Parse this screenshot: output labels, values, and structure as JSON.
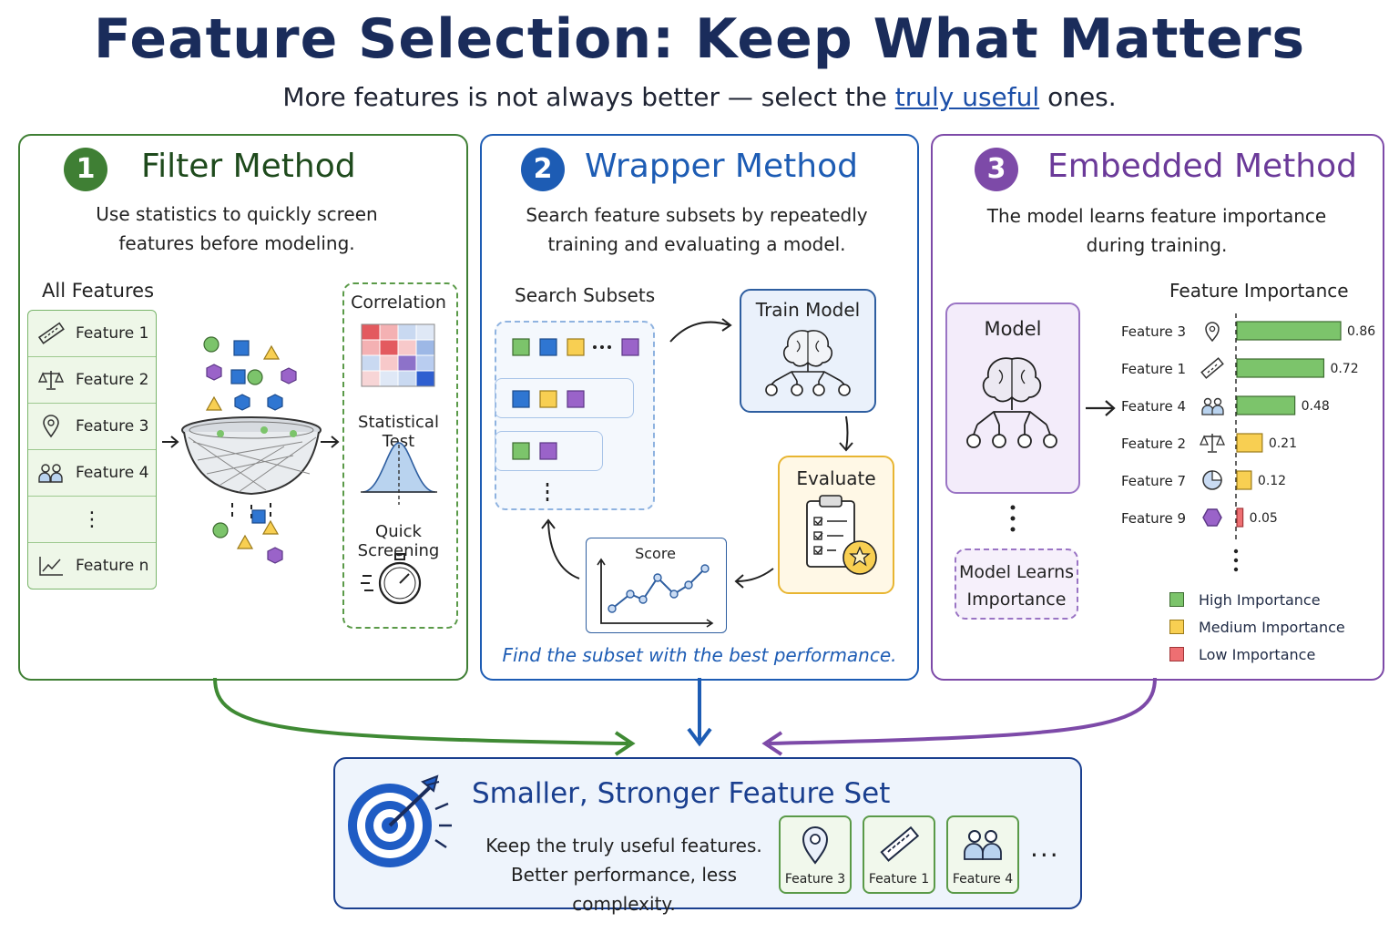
{
  "title": "Feature Selection: Keep What Matters",
  "subtitle": {
    "before": "More features is not always better — select the ",
    "highlight": "truly useful",
    "after": " ones."
  },
  "filter": {
    "number": "1",
    "title": "Filter Method",
    "desc_line1": "Use statistics to quickly screen",
    "desc_line2": "features before modeling.",
    "list_label": "All Features",
    "features": [
      "Feature 1",
      "Feature 2",
      "Feature 3",
      "Feature 4",
      "⋮",
      "Feature n"
    ],
    "checks": [
      "Correlation",
      "Statistical Test",
      "Quick Screening"
    ],
    "color": "#3f7f34"
  },
  "wrapper": {
    "number": "2",
    "title": "Wrapper Method",
    "desc_line1": "Search feature subsets by repeatedly",
    "desc_line2": "training and evaluating a model.",
    "search_label": "Search Subsets",
    "train_label": "Train Model",
    "evaluate_label": "Evaluate",
    "score_label": "Score",
    "footer": "Find the subset with the best performance.",
    "color": "#1d5cb4"
  },
  "embedded": {
    "number": "3",
    "title": "Embedded Method",
    "desc_line1": "The model learns feature importance",
    "desc_line2": "during training.",
    "model_label": "Model",
    "learns_line1": "Model Learns",
    "learns_line2": "Importance",
    "chart_title": "Feature Importance",
    "color": "#7d4aa8"
  },
  "chart_data": {
    "type": "bar",
    "title": "Feature Importance",
    "orientation": "horizontal",
    "categories": [
      "Feature 3",
      "Feature 1",
      "Feature 4",
      "Feature 2",
      "Feature 7",
      "Feature 9"
    ],
    "values": [
      0.86,
      0.72,
      0.48,
      0.21,
      0.12,
      0.05
    ],
    "value_labels": [
      "0.86",
      "0.72",
      "0.48",
      "0.21",
      "0.12",
      "0.05"
    ],
    "levels": [
      "high",
      "high",
      "high",
      "medium",
      "medium",
      "low"
    ],
    "icons": [
      "location-pin-icon",
      "ruler-icon",
      "people-icon",
      "balance-scale-icon",
      "pie-chart-icon",
      "hexagon-icon"
    ],
    "legend": [
      {
        "label": "High Importance",
        "color": "#7cc46b"
      },
      {
        "label": "Medium Importance",
        "color": "#f8cf52"
      },
      {
        "label": "Low Importance",
        "color": "#ee6f72"
      }
    ]
  },
  "result": {
    "title": "Smaller, Stronger Feature Set",
    "line1": "Keep the truly useful features.",
    "line2": "Better performance, less complexity.",
    "kept": [
      "Feature 3",
      "Feature 1",
      "Feature 4"
    ],
    "more": "...",
    "color": "#1a3f8f"
  }
}
